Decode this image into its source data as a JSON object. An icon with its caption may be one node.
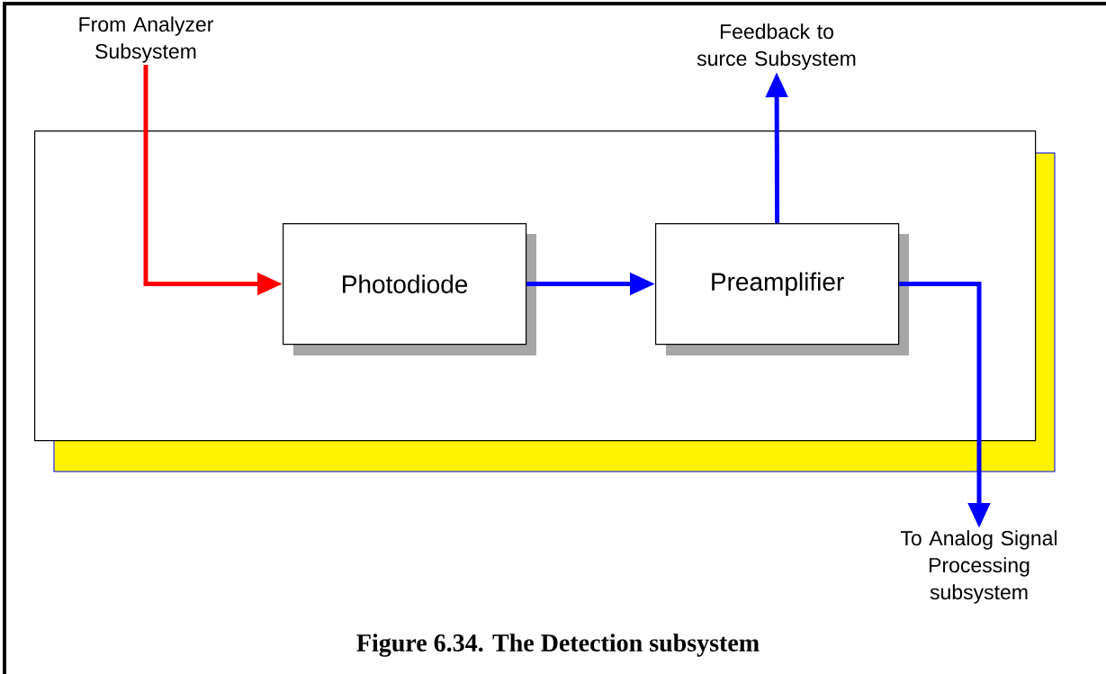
{
  "diagram": {
    "caption": "Figure 6.34. The Detection subsystem",
    "nodes": [
      {
        "text": [
          "From Analyzer Subsystem"
        ]
      },
      {
        "text": [
          "Feedback to surce Subsystem"
        ]
      },
      {
        "text": [],
        "shape": "box"
      },
      {
        "text": [
          "Photodiode"
        ],
        "in": 2
      },
      {
        "text": [
          "Preamplifier"
        ],
        "in": 2
      },
      {
        "text": [
          "To Analog Signal Processing subsystem"
        ]
      }
    ],
    "edges": [
      {
        "from": 0,
        "to": 3,
        "arrow": "to",
        "color": "#ff0000"
      },
      {
        "from": 3,
        "to": 4,
        "arrow": "to"
      },
      {
        "from": 4,
        "to": 1,
        "arrow": "to"
      },
      {
        "from": 4,
        "to": 5,
        "arrow": "to"
      }
    ]
  }
}
